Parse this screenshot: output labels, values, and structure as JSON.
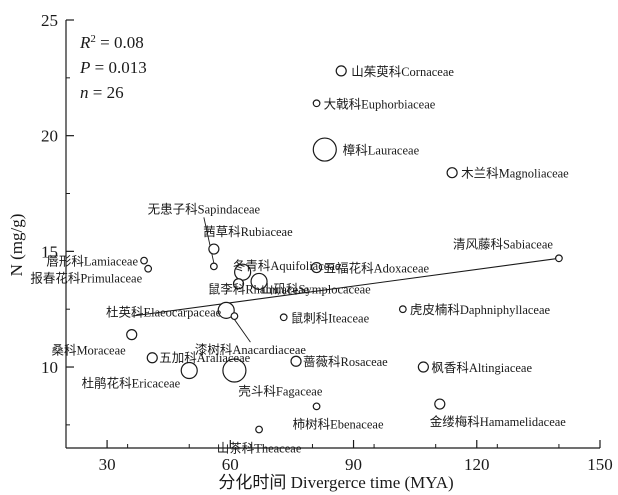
{
  "chart_data": {
    "type": "scatter",
    "xlabel": "分化时间 Divergerce time (MYA)",
    "ylabel": "N (mg/g)",
    "xlim": [
      20,
      150
    ],
    "ylim": [
      6.5,
      25
    ],
    "xticks": [
      30,
      60,
      90,
      120,
      150
    ],
    "yticks": [
      10,
      15,
      20,
      25
    ],
    "grid": false,
    "stats": {
      "r2_symbol": "R",
      "r2_sup": "2",
      "r2_value": " = 0.08",
      "p_symbol": "P",
      "p_value": " = 0.013",
      "n_symbol": "n",
      "n_value": " = 26"
    },
    "trendline": {
      "x": [
        36,
        140
      ],
      "y": [
        12.2,
        14.7
      ]
    },
    "points": [
      {
        "label": "山茱萸科Cornaceae",
        "x": 87,
        "y": 22.8,
        "size": "s"
      },
      {
        "label": "大戟科Euphorbiaceae",
        "x": 81,
        "y": 21.4,
        "size": "xs"
      },
      {
        "label": "樟科Lauraceae",
        "x": 83,
        "y": 19.4,
        "size": "l"
      },
      {
        "label": "木兰科Magnoliaceae",
        "x": 114,
        "y": 18.4,
        "size": "s"
      },
      {
        "label": "无患子科Sapindaceae",
        "x": 56,
        "y": 14.35,
        "size": "xs"
      },
      {
        "label": "茜草科Rubiaceae",
        "x": 56,
        "y": 15.1,
        "size": "s"
      },
      {
        "label": "冬青科Aquifoliaceae",
        "x": 63,
        "y": 14.1,
        "size": "m"
      },
      {
        "label": "清风藤科Sabiaceae",
        "x": 140,
        "y": 14.7,
        "size": "xs"
      },
      {
        "label": "唇形科Lamiaceae",
        "x": 39,
        "y": 14.6,
        "size": "xs"
      },
      {
        "label": "五福花科Adoxaceae",
        "x": 81,
        "y": 14.3,
        "size": "s"
      },
      {
        "label": "报春花科Primulaceae",
        "x": 40,
        "y": 14.25,
        "size": "xs"
      },
      {
        "label": "山矾科Symplocaceae",
        "x": 67,
        "y": 13.7,
        "size": "m"
      },
      {
        "label": "鼠李科Rhamnaceae",
        "x": 62,
        "y": 13.6,
        "size": "s"
      },
      {
        "label": "虎皮楠科Daphniphyllaceae",
        "x": 102,
        "y": 12.5,
        "size": "xs"
      },
      {
        "label": "杜英科Elaeocarpaceae",
        "x": 59,
        "y": 12.45,
        "size": "m"
      },
      {
        "label": "鼠刺科Iteaceae",
        "x": 73,
        "y": 12.15,
        "size": "xs"
      },
      {
        "label": "漆树科Anacardiaceae",
        "x": 61,
        "y": 12.2,
        "size": "xs"
      },
      {
        "label": "桑科Moraceae",
        "x": 36,
        "y": 11.4,
        "size": "s"
      },
      {
        "label": "五加科Araliaceae",
        "x": 41,
        "y": 10.4,
        "size": "s"
      },
      {
        "label": "蔷薇科Rosaceae",
        "x": 76,
        "y": 10.25,
        "size": "s"
      },
      {
        "label": "枫香科Altingiaceae",
        "x": 107,
        "y": 10.0,
        "size": "s"
      },
      {
        "label": "杜鹃花科Ericaceae",
        "x": 50,
        "y": 9.85,
        "size": "m"
      },
      {
        "label": "壳斗科Fagaceae",
        "x": 61,
        "y": 9.85,
        "size": "l"
      },
      {
        "label": "柿树科Ebenaceae",
        "x": 81,
        "y": 8.3,
        "size": "xs"
      },
      {
        "label": "金缕梅科Hamamelidaceae",
        "x": 111,
        "y": 8.4,
        "size": "s"
      },
      {
        "label": "山茶科Theaceae",
        "x": 67,
        "y": 7.3,
        "size": "xs"
      }
    ]
  }
}
